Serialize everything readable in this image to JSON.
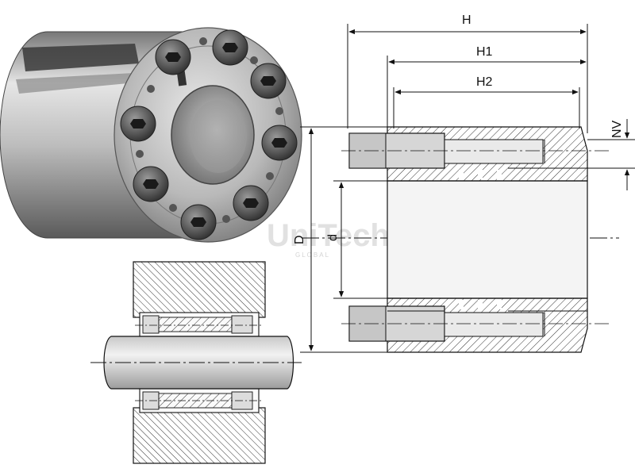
{
  "labels": {
    "H": "H",
    "H1": "H1",
    "H2": "H2",
    "NV": "NV",
    "D": "D",
    "d": "d"
  },
  "watermark": {
    "text": "UniTech",
    "subtext": "GLOBAL"
  },
  "colors": {
    "line": "#111111",
    "hatch": "#333333",
    "metal_light": "#e0e0e0",
    "metal_mid": "#a8a8a8",
    "metal_dark": "#555555",
    "bore_fill": "#f1f1f1",
    "watermark": "#c9c9c9"
  }
}
